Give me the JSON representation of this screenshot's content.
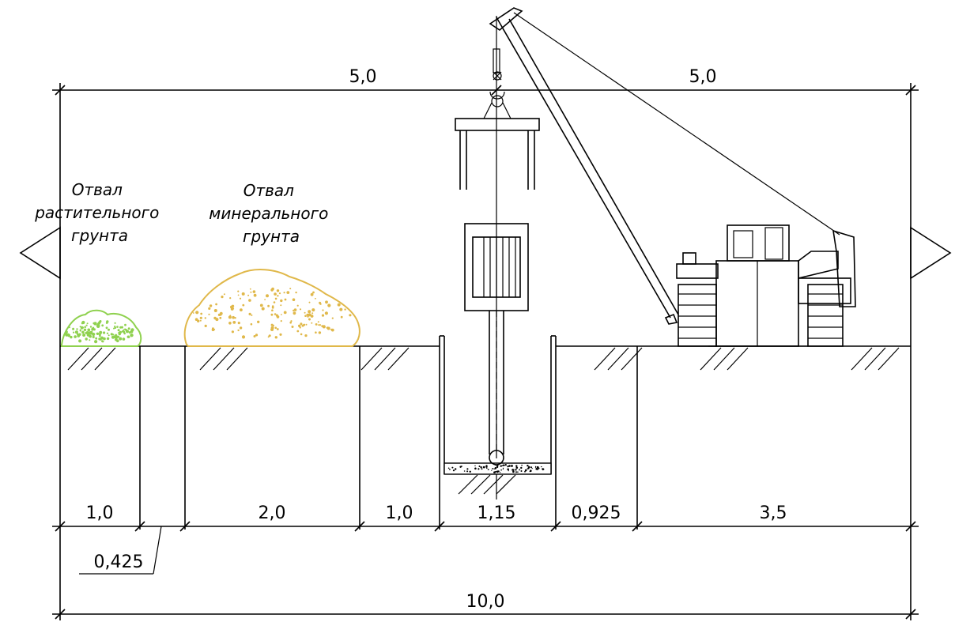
{
  "labels": {
    "topsoil_spoil": [
      "Отвал",
      "растительного",
      "грунта"
    ],
    "mineral_spoil": [
      "Отвал",
      "минерального",
      "грунта"
    ]
  },
  "dimensions": {
    "top_left": "5,0",
    "top_right": "5,0",
    "bottom": [
      "1,0",
      "2,0",
      "1,0",
      "1,15",
      "0,925",
      "3,5"
    ],
    "callout": "0,425",
    "total": "10,0"
  },
  "colors": {
    "topsoil": "#8fd14f",
    "mineral": "#e0b84a",
    "line": "#000000"
  }
}
